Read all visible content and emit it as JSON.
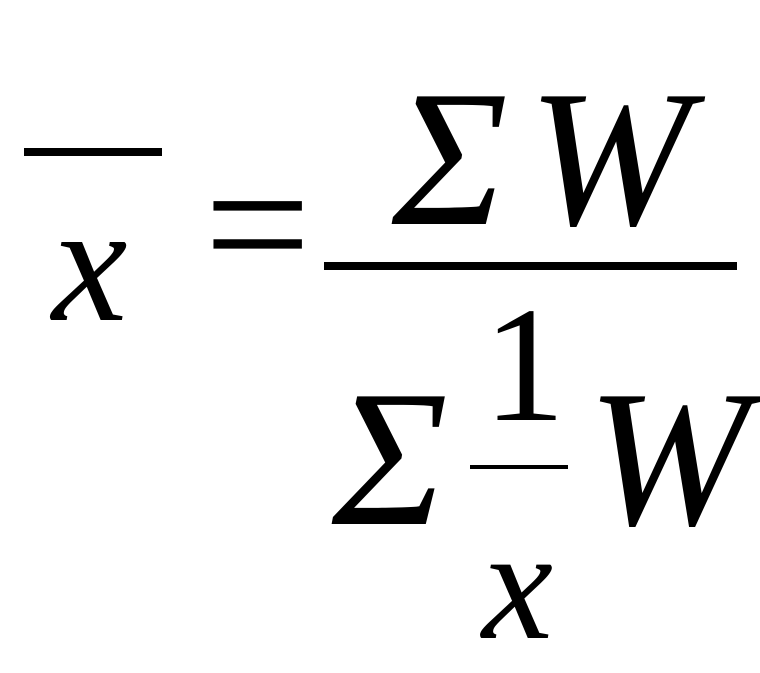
{
  "formula": {
    "lhs_variable": "x",
    "equals": "=",
    "numerator": {
      "sum_symbol": "Σ",
      "variable": "W"
    },
    "denominator": {
      "sum_symbol": "Σ",
      "fraction_numerator": "1",
      "fraction_denominator": "x",
      "variable": "W"
    }
  }
}
